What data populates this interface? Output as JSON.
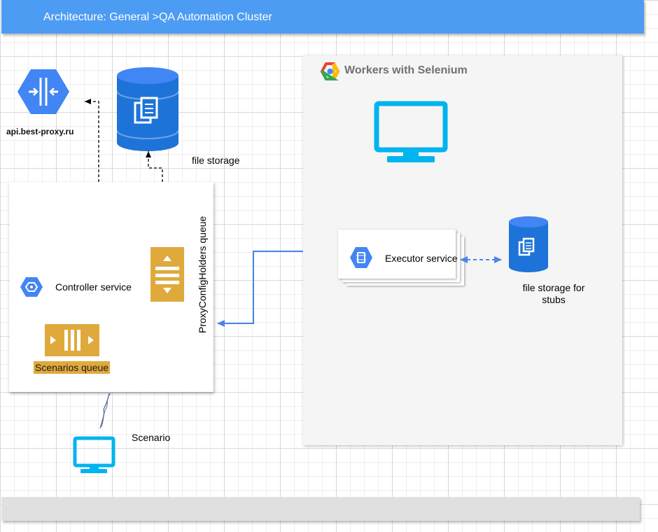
{
  "header": {
    "title": "Architecture: General >QA Automation Cluster"
  },
  "nodes": {
    "api": {
      "label": "api.best-proxy.ru"
    },
    "file_storage": {
      "label": "file storage"
    },
    "workers_panel": {
      "title": "Workers with Selenium"
    },
    "controller": {
      "label": "Controller service"
    },
    "proxy_queue": {
      "label": "ProxyConfigHolders queue"
    },
    "scenarios_queue": {
      "label": "Scenarios queue"
    },
    "executor": {
      "label": "Executor service"
    },
    "stub_storage": {
      "label_line1": "file storage for",
      "label_line2": "stubs"
    },
    "scenario_client": {
      "label": "Scenario"
    }
  },
  "colors": {
    "header": "#4d9cf3",
    "google_blue": "#4285f4",
    "monitor_cyan": "#00b4f0",
    "queue_gold": "#e0a93b",
    "link_blue": "#4a86e8"
  },
  "edges": [
    {
      "from": "Controller service",
      "to": "api.best-proxy.ru",
      "style": "dashed"
    },
    {
      "from": "Controller service",
      "to": "file storage",
      "style": "dashed"
    },
    {
      "from": "Workers with Selenium",
      "to": "ProxyConfigHolders queue",
      "style": "solid"
    },
    {
      "from": "Executor service",
      "to": "file storage for stubs",
      "style": "dashed-bidirectional"
    },
    {
      "from": "Scenario",
      "to": "Controller service",
      "style": "sketch"
    }
  ]
}
